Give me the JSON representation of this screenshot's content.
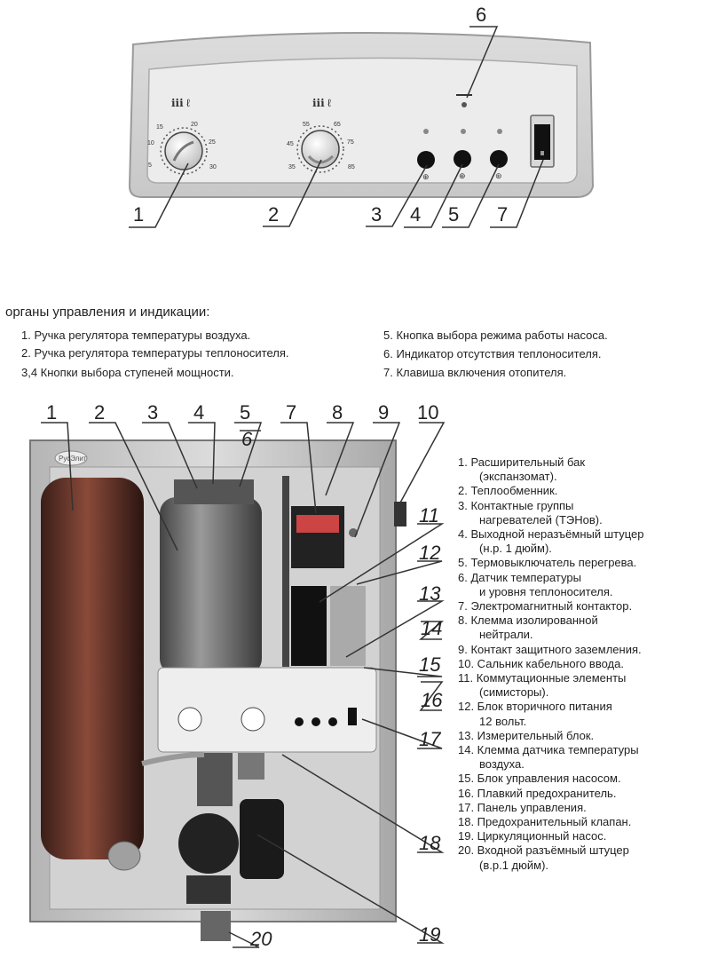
{
  "panel": {
    "callouts": [
      "1",
      "2",
      "3",
      "4",
      "5",
      "6",
      "7"
    ]
  },
  "controls": {
    "title": "органы управления и индикации:",
    "items": [
      "1. Ручка регулятора температуры воздуха.",
      "2. Ручка регулятора температуры теплоносителя.",
      "3,4  Кнопки выбора ступеней мощности.",
      "5. Кнопка выбора режима работы насоса.",
      "6. Индикатор отсутствия теплоносителя.",
      "7. Клавиша включения отопителя."
    ]
  },
  "diagram": {
    "top_callouts": [
      "1",
      "2",
      "3",
      "4",
      "5",
      "6",
      "7",
      "8",
      "9",
      "10"
    ],
    "side_callouts": [
      "11",
      "12",
      "13",
      "14",
      "15",
      "16",
      "17",
      "18",
      "19",
      "20"
    ],
    "logo_text": "РусЭлит"
  },
  "legend": [
    {
      "line1": "1. Расширительный бак",
      "line2": "(экспанзомат)."
    },
    {
      "line1": "2. Теплообменник."
    },
    {
      "line1": "3. Контактные группы",
      "line2": "нагревателей (ТЭНов)."
    },
    {
      "line1": "4. Выходной неразъёмный штуцер",
      "line2": "(н.р. 1 дюйм)."
    },
    {
      "line1": "5. Термовыключатель перегрева."
    },
    {
      "line1": "6. Датчик температуры",
      "line2": "и уровня теплоносителя."
    },
    {
      "line1": "7. Электромагнитный контактор."
    },
    {
      "line1": "8. Клемма изолированной",
      "line2": "нейтрали."
    },
    {
      "line1": "9. Контакт защитного заземления."
    },
    {
      "line1": "10. Сальник кабельного ввода."
    },
    {
      "line1": "11. Коммутационные элементы",
      "line2": "(симисторы)."
    },
    {
      "line1": "12.  Блок  вторичного  питания",
      "line2": "12 вольт."
    },
    {
      "line1": "13. Измерительный блок."
    },
    {
      "line1": "14. Клемма датчика температуры",
      "line2": "воздуха."
    },
    {
      "line1": "15. Блок управления насосом."
    },
    {
      "line1": "16. Плавкий предохранитель."
    },
    {
      "line1": "17. Панель управления."
    },
    {
      "line1": "18. Предохранительный клапан."
    },
    {
      "line1": "19. Циркуляционный насос."
    },
    {
      "line1": "20. Входной разъёмный штуцер",
      "line2": "(в.р.1 дюйм)."
    }
  ]
}
